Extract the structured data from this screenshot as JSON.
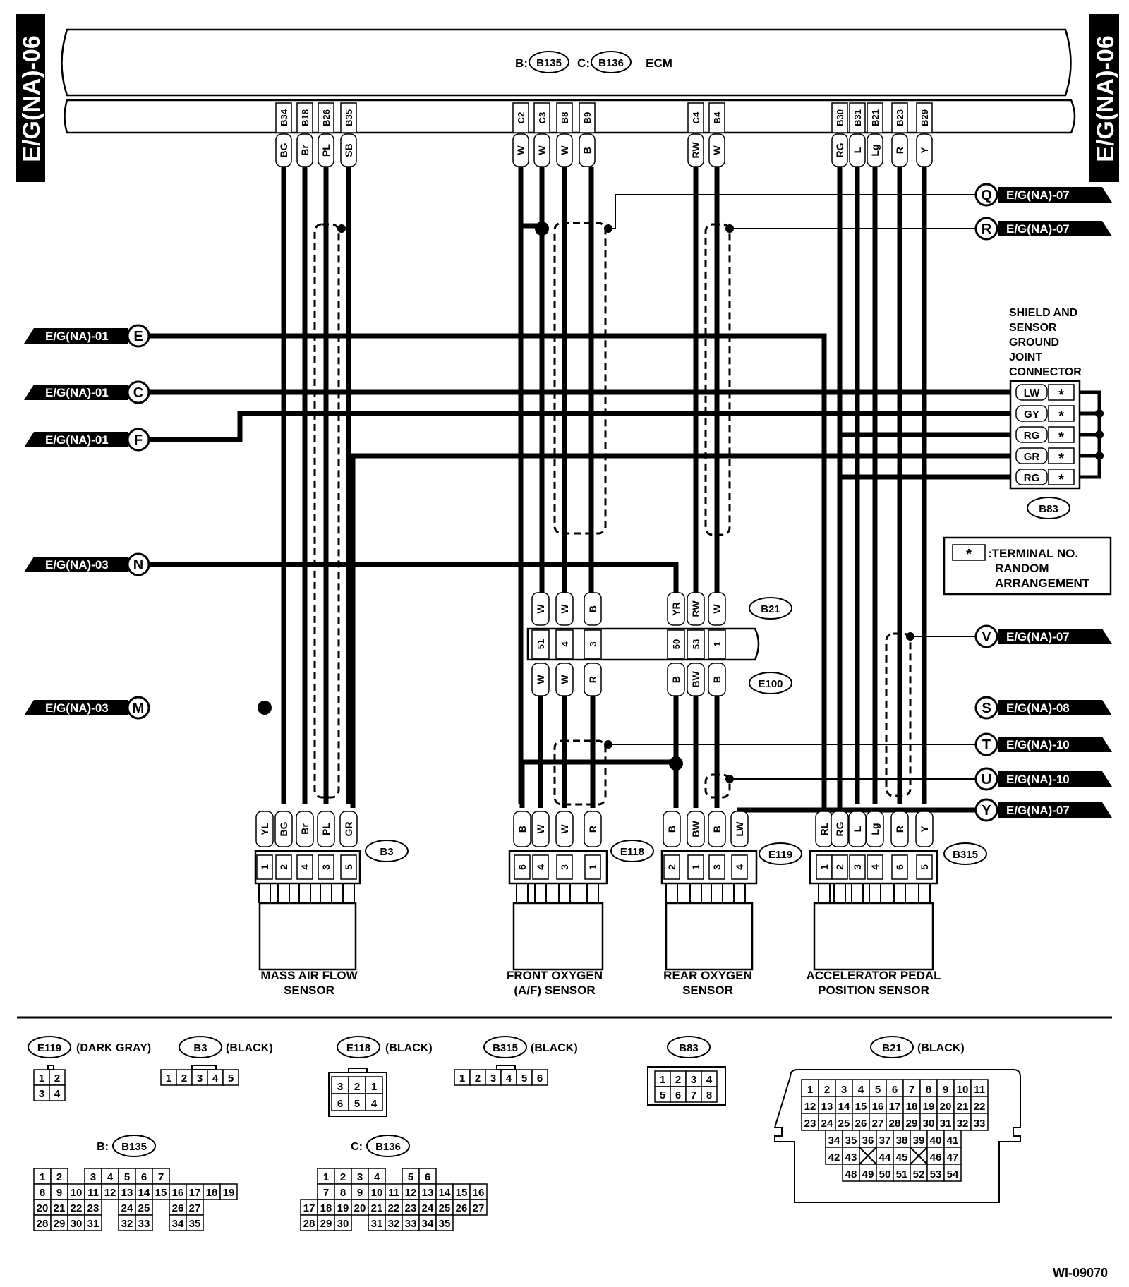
{
  "side_labels": [
    "E/G(NA)-06",
    "E/G(NA)-06"
  ],
  "ecm": {
    "prefix_b": "B:",
    "conn_b": "B135",
    "prefix_c": "C:",
    "conn_c": "B136",
    "name": "ECM",
    "pins": [
      "B34",
      "B18",
      "B26",
      "B35",
      "C2",
      "C3",
      "B8",
      "B9",
      "C4",
      "B4",
      "B30",
      "B31",
      "B21",
      "B23",
      "B29"
    ],
    "colors": [
      "BG",
      "Br",
      "PL",
      "SB",
      "W",
      "W",
      "W",
      "B",
      "RW",
      "W",
      "RG",
      "L",
      "Lg",
      "R",
      "Y"
    ]
  },
  "left_refs": [
    {
      "text": "E/G(NA)-01",
      "letter": "E"
    },
    {
      "text": "E/G(NA)-01",
      "letter": "C"
    },
    {
      "text": "E/G(NA)-01",
      "letter": "F"
    },
    {
      "text": "E/G(NA)-03",
      "letter": "N"
    },
    {
      "text": "E/G(NA)-03",
      "letter": "M"
    }
  ],
  "right_refs": [
    {
      "text": "E/G(NA)-07",
      "letter": "Q"
    },
    {
      "text": "E/G(NA)-07",
      "letter": "R"
    },
    {
      "text": "E/G(NA)-07",
      "letter": "V"
    },
    {
      "text": "E/G(NA)-08",
      "letter": "S"
    },
    {
      "text": "E/G(NA)-10",
      "letter": "T"
    },
    {
      "text": "E/G(NA)-10",
      "letter": "U"
    },
    {
      "text": "E/G(NA)-07",
      "letter": "Y"
    }
  ],
  "shield_joint": {
    "title": [
      "SHIELD AND",
      "SENSOR",
      "GROUND",
      "JOINT",
      "CONNECTOR"
    ],
    "colors": [
      "LW",
      "GY",
      "RG",
      "GR",
      "RG"
    ],
    "star": "*",
    "conn": "B83"
  },
  "legend": {
    "star": "*",
    "text": [
      ":TERMINAL NO.",
      "RANDOM",
      "ARRANGEMENT"
    ]
  },
  "b21": {
    "conn": "B21",
    "conn_lower": "E100",
    "top_colors": [
      "W",
      "W",
      "B",
      "YR",
      "RW",
      "W"
    ],
    "pins": [
      "51",
      "4",
      "3",
      "50",
      "53",
      "1"
    ],
    "bottom_colors": [
      "W",
      "W",
      "R",
      "B",
      "BW",
      "B"
    ]
  },
  "sensors": [
    {
      "conn": "B3",
      "colors": [
        "YL",
        "BG",
        "Br",
        "PL",
        "GR"
      ],
      "pins": [
        "1",
        "2",
        "4",
        "3",
        "5"
      ],
      "name": [
        "MASS AIR FLOW",
        "SENSOR"
      ]
    },
    {
      "conn": "E118",
      "colors": [
        "B",
        "W",
        "W",
        "R"
      ],
      "pins": [
        "6",
        "4",
        "3",
        "1"
      ],
      "name": [
        "FRONT OXYGEN",
        "(A/F) SENSOR"
      ]
    },
    {
      "conn": "E119",
      "colors": [
        "B",
        "BW",
        "B",
        "LW"
      ],
      "pins": [
        "2",
        "1",
        "3",
        "4"
      ],
      "name": [
        "REAR OXYGEN",
        "SENSOR"
      ]
    },
    {
      "conn": "B315",
      "colors": [
        "RL",
        "RG",
        "L",
        "Lg",
        "R",
        "Y"
      ],
      "pins": [
        "1",
        "2",
        "3",
        "4",
        "6",
        "5"
      ],
      "name": [
        "ACCELERATOR PEDAL",
        "POSITION SENSOR"
      ]
    }
  ],
  "connector_views": [
    {
      "conn": "E119",
      "desc": "(DARK GRAY)",
      "rows": [
        [
          "1",
          "2"
        ],
        [
          "3",
          "4"
        ]
      ]
    },
    {
      "conn": "B3",
      "desc": "(BLACK)",
      "rows": [
        [
          "1",
          "2",
          "3",
          "4",
          "5"
        ]
      ]
    },
    {
      "conn": "E118",
      "desc": "(BLACK)",
      "rows": [
        [
          "3",
          "2",
          "1"
        ],
        [
          "6",
          "5",
          "4"
        ]
      ]
    },
    {
      "conn": "B315",
      "desc": "(BLACK)",
      "rows": [
        [
          "1",
          "2",
          "3",
          "4",
          "5",
          "6"
        ]
      ]
    },
    {
      "conn": "B83",
      "desc": "",
      "rows": [
        [
          "1",
          "2",
          "3",
          "4"
        ],
        [
          "5",
          "6",
          "7",
          "8"
        ]
      ]
    },
    {
      "conn": "B21",
      "desc": "(BLACK)",
      "rows": [
        [
          "1",
          "2",
          "3",
          "4",
          "5",
          "6",
          "7",
          "8",
          "9",
          "10",
          "11"
        ],
        [
          "12",
          "13",
          "14",
          "15",
          "16",
          "17",
          "18",
          "19",
          "20",
          "21",
          "22"
        ],
        [
          "23",
          "24",
          "25",
          "26",
          "27",
          "28",
          "29",
          "30",
          "31",
          "32",
          "33"
        ],
        [
          "34",
          "35",
          "36",
          "37",
          "38",
          "39",
          "40",
          "41"
        ],
        [
          "42",
          "43",
          "",
          "44",
          "45",
          "",
          "46",
          "47"
        ],
        [
          "48",
          "49",
          "50",
          "51",
          "52",
          "53",
          "54"
        ]
      ]
    },
    {
      "conn": "B135",
      "prefix": "B:",
      "desc": "",
      "rows": [
        [
          "1",
          "2",
          "",
          "3",
          "4",
          "5",
          "6",
          "7"
        ],
        [
          "8",
          "9",
          "10",
          "11",
          "12",
          "13",
          "14",
          "15",
          "16",
          "17",
          "18",
          "19"
        ],
        [
          "20",
          "21",
          "22",
          "23",
          "",
          "24",
          "25",
          "",
          "26",
          "27"
        ],
        [
          "28",
          "29",
          "30",
          "31",
          "",
          "32",
          "33",
          "",
          "34",
          "35"
        ]
      ]
    },
    {
      "conn": "B136",
      "prefix": "C:",
      "desc": "",
      "rows": [
        [
          "1",
          "2",
          "3",
          "4",
          "",
          "5",
          "6"
        ],
        [
          "7",
          "8",
          "9",
          "10",
          "11",
          "12",
          "13",
          "14",
          "15",
          "16"
        ],
        [
          "17",
          "18",
          "19",
          "20",
          "21",
          "22",
          "23",
          "24",
          "25",
          "26",
          "27"
        ],
        [
          "28",
          "29",
          "30",
          "",
          "31",
          "32",
          "33",
          "34",
          "35"
        ]
      ]
    }
  ],
  "figure_id": "WI-09070"
}
